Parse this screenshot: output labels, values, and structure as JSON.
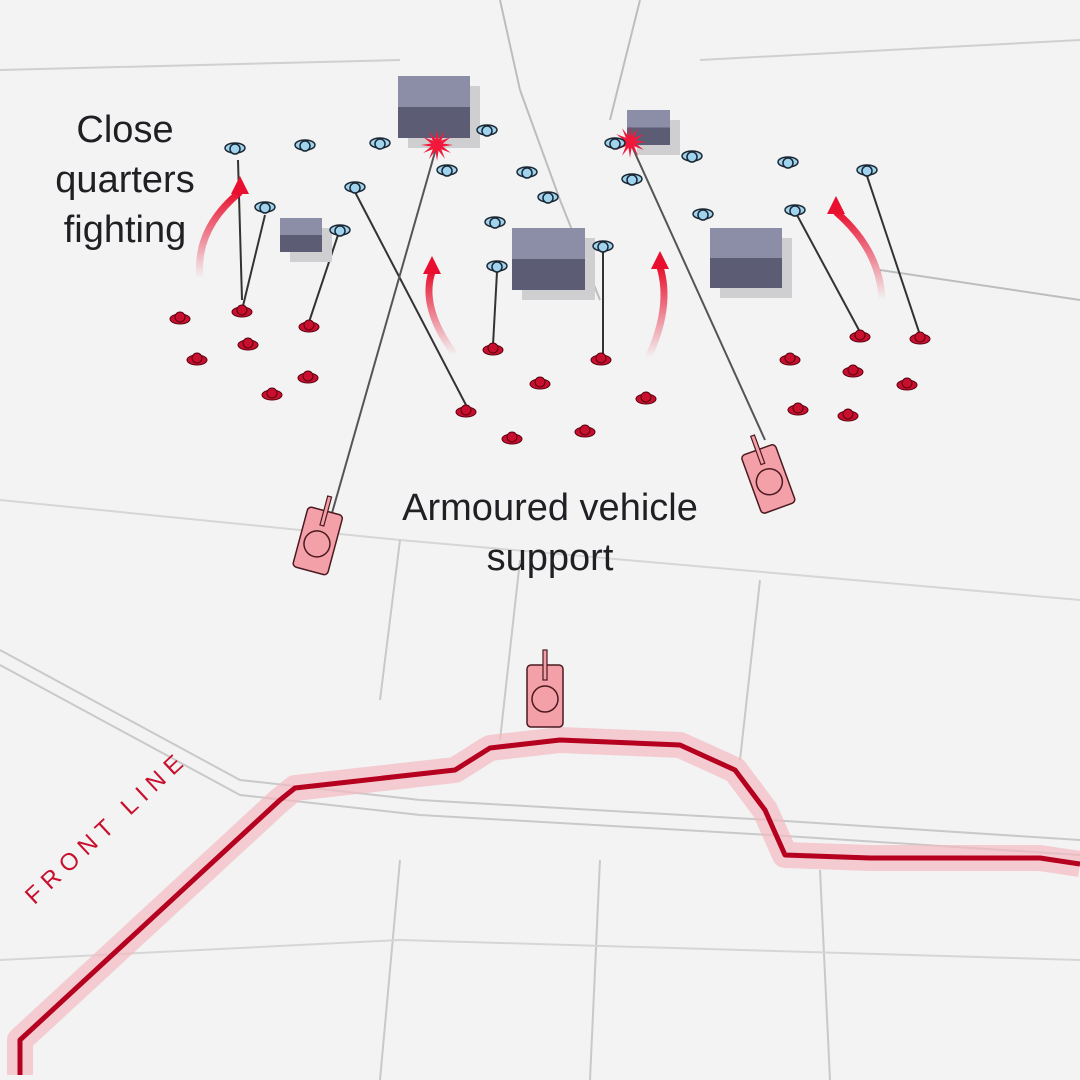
{
  "labels": {
    "close_quarters": "Close quarters fighting",
    "armoured_support": "Armoured vehicle support",
    "front_line": "FRONT LINE"
  },
  "colors": {
    "attacker": "#c8102e",
    "defender": "#9fd3ee",
    "building": "#6c6d86",
    "tank": "#f4a0a8",
    "front_line": "#b5001f"
  },
  "icons": [
    "building-icon",
    "defender-soldier-icon",
    "attacker-soldier-icon",
    "tank-icon",
    "explosion-icon",
    "advance-arrow-icon"
  ]
}
